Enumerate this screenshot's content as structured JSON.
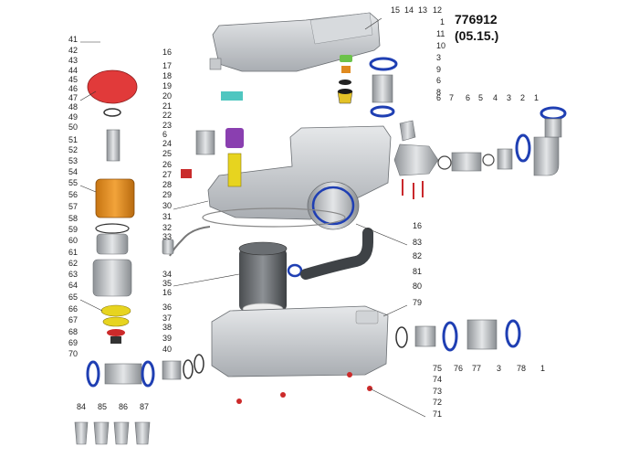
{
  "header": {
    "code": "776912",
    "revision": "(05.15.)"
  },
  "callouts": {
    "top": [
      "15",
      "14",
      "13",
      "12"
    ],
    "r1": "1",
    "r11": "11",
    "r10": "10",
    "r3": "3",
    "r9": "9",
    "r6": "6",
    "r8": "8",
    "row7": [
      "6",
      "7",
      "6",
      "5",
      "4",
      "3",
      "2",
      "1"
    ],
    "r16b": "16",
    "r83": "83",
    "r82": "82",
    "r81": "81",
    "r80": "80",
    "r79": "79",
    "bottom_right": [
      "75",
      "76",
      "77",
      "3",
      "78",
      "1"
    ],
    "r74": "74",
    "r73": "73",
    "r72": "72",
    "r71": "71",
    "mid": [
      "16",
      "17",
      "18",
      "19",
      "20",
      "21",
      "22",
      "23",
      "6",
      "24",
      "25",
      "26",
      "27",
      "28",
      "29",
      "30",
      "31",
      "32",
      "33",
      "34",
      "35",
      "16",
      "36",
      "37",
      "38",
      "39",
      "40"
    ],
    "left": [
      "41",
      "42",
      "43",
      "44",
      "45",
      "46",
      "47",
      "48",
      "49",
      "50",
      "51",
      "52",
      "53",
      "54",
      "55",
      "56",
      "57",
      "58",
      "59",
      "60",
      "61",
      "62",
      "63",
      "64",
      "65",
      "66",
      "67",
      "68",
      "69",
      "70"
    ],
    "fittings": [
      "84",
      "85",
      "86",
      "87"
    ]
  }
}
